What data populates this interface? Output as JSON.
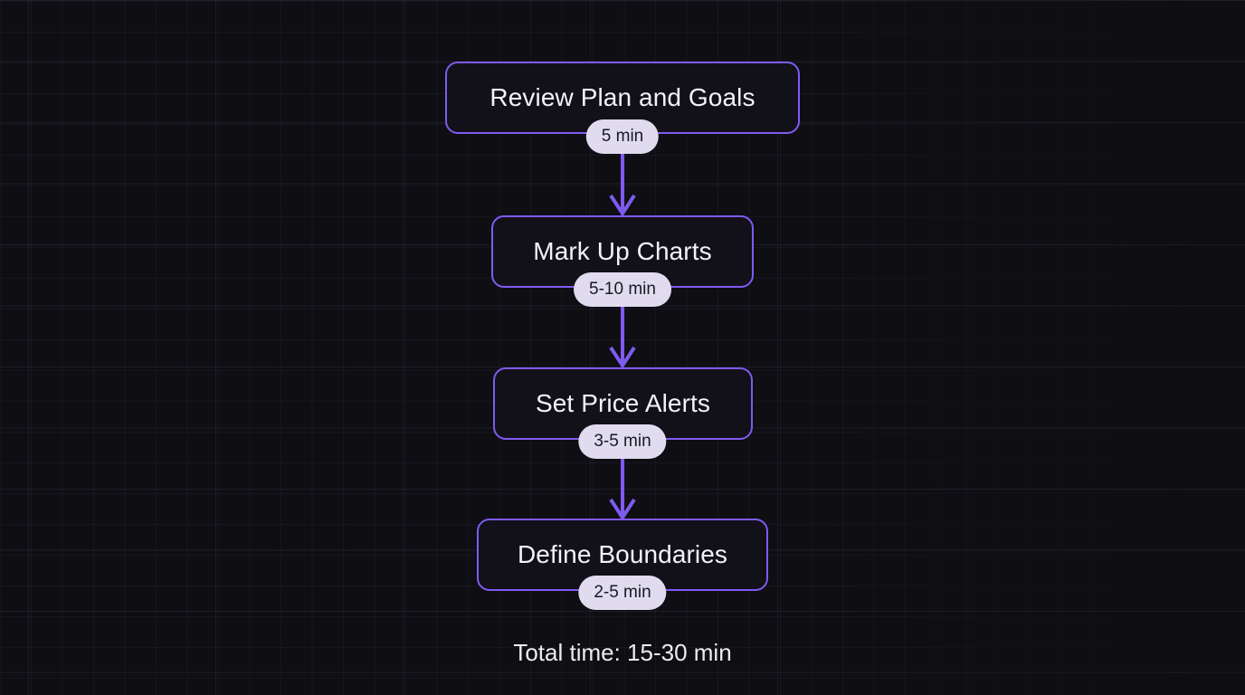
{
  "diagram": {
    "type": "flowchart",
    "title_text": "",
    "orientation": "vertical",
    "accent_color": "#7f5af0",
    "badge_bg_color": "#e0dbef",
    "badge_text_color": "#1a1a22",
    "node_text_color": "#f2f2f7",
    "background_color": "#0e0e13",
    "nodes": [
      {
        "id": "review-plan-and-goals",
        "label": "Review Plan and Goals",
        "duration": "5 min"
      },
      {
        "id": "mark-up-charts",
        "label": "Mark Up Charts",
        "duration": "5-10 min"
      },
      {
        "id": "set-price-alerts",
        "label": "Set Price Alerts",
        "duration": "3-5 min"
      },
      {
        "id": "define-boundaries",
        "label": "Define Boundaries",
        "duration": "2-5 min"
      }
    ],
    "connectors": [
      {
        "from": "review-plan-and-goals",
        "to": "mark-up-charts"
      },
      {
        "from": "mark-up-charts",
        "to": "set-price-alerts"
      },
      {
        "from": "set-price-alerts",
        "to": "define-boundaries"
      }
    ],
    "footer": {
      "total_time_label": "Total time: 15-30 min"
    }
  }
}
